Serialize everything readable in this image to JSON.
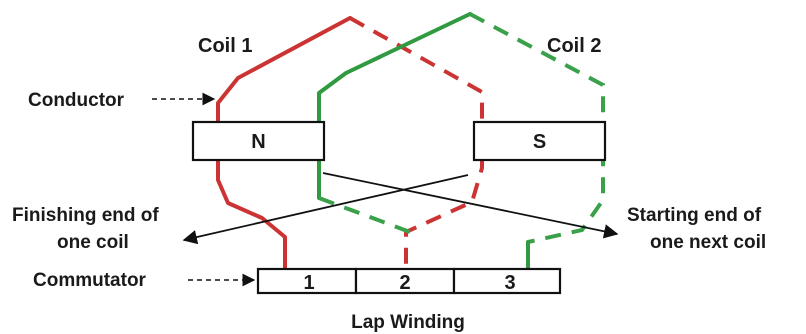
{
  "labels": {
    "coil1": "Coil 1",
    "coil2": "Coil 2",
    "conductor": "Conductor",
    "pole_n": "N",
    "pole_s": "S",
    "finishing_line1": "Finishing end of",
    "finishing_line2": "one coil",
    "starting_line1": "Starting end of",
    "starting_line2": "one next coil",
    "commutator": "Commutator",
    "segment1": "1",
    "segment2": "2",
    "segment3": "3",
    "caption": "Lap Winding"
  },
  "colors": {
    "coil1": "#cc3333",
    "coil2": "#2f9a3f"
  }
}
